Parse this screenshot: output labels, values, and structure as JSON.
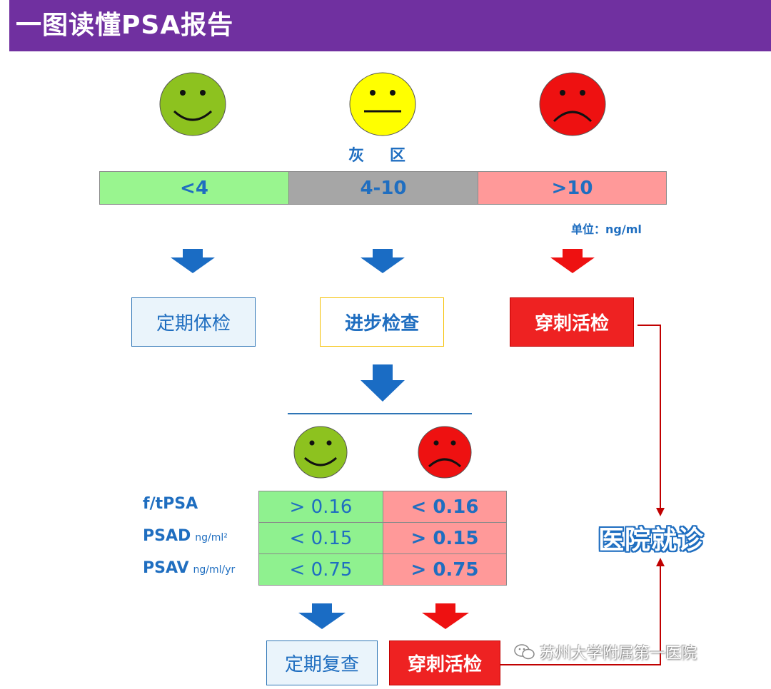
{
  "header": {
    "title": "一图读懂PSA报告",
    "bg_color": "#7030a0"
  },
  "faces": {
    "top": [
      {
        "mood": "happy",
        "color": "#8dc21f"
      },
      {
        "mood": "neutral",
        "color": "#ffff00"
      },
      {
        "mood": "sad",
        "color": "#ee1111"
      }
    ],
    "bottom": [
      {
        "mood": "happy",
        "color": "#8dc21f"
      },
      {
        "mood": "sad",
        "color": "#ee1111"
      }
    ]
  },
  "scale": {
    "gray_zone_label": "灰 区",
    "segments": [
      {
        "label": "<4",
        "color": "#99f58f"
      },
      {
        "label": "4-10",
        "color": "#a6a6a6"
      },
      {
        "label": ">10",
        "color": "#ff9999"
      }
    ],
    "unit": "单位：ng/ml"
  },
  "actions_top": [
    {
      "label": "定期体检",
      "style": "blue-outline"
    },
    {
      "label": "进步检查",
      "style": "yellow-outline"
    },
    {
      "label": "穿刺活检",
      "style": "red-fill"
    }
  ],
  "table": {
    "rows": [
      {
        "name": "f/tPSA",
        "unit": "",
        "good": "> 0.16",
        "bad": "< 0.16"
      },
      {
        "name": "PSAD",
        "unit": "ng/ml²",
        "good": "< 0.15",
        "bad": "> 0.15"
      },
      {
        "name": "PSAV",
        "unit": "ng/ml/yr",
        "good": "< 0.75",
        "bad": "> 0.75"
      }
    ],
    "good_color": "#8ff18f",
    "bad_color": "#ff9999"
  },
  "actions_bottom": [
    {
      "label": "定期复查",
      "style": "blue-outline"
    },
    {
      "label": "穿刺活检",
      "style": "red-fill"
    }
  ],
  "visit_label": "医院就诊",
  "watermark": {
    "icon": "wechat-icon",
    "text": "苏州大学附属第一医院"
  },
  "colors": {
    "accent_blue": "#1f6ec0",
    "arrow_blue": "#1a6cc4",
    "arrow_red": "#ee1111",
    "connector_red": "#c00000"
  }
}
